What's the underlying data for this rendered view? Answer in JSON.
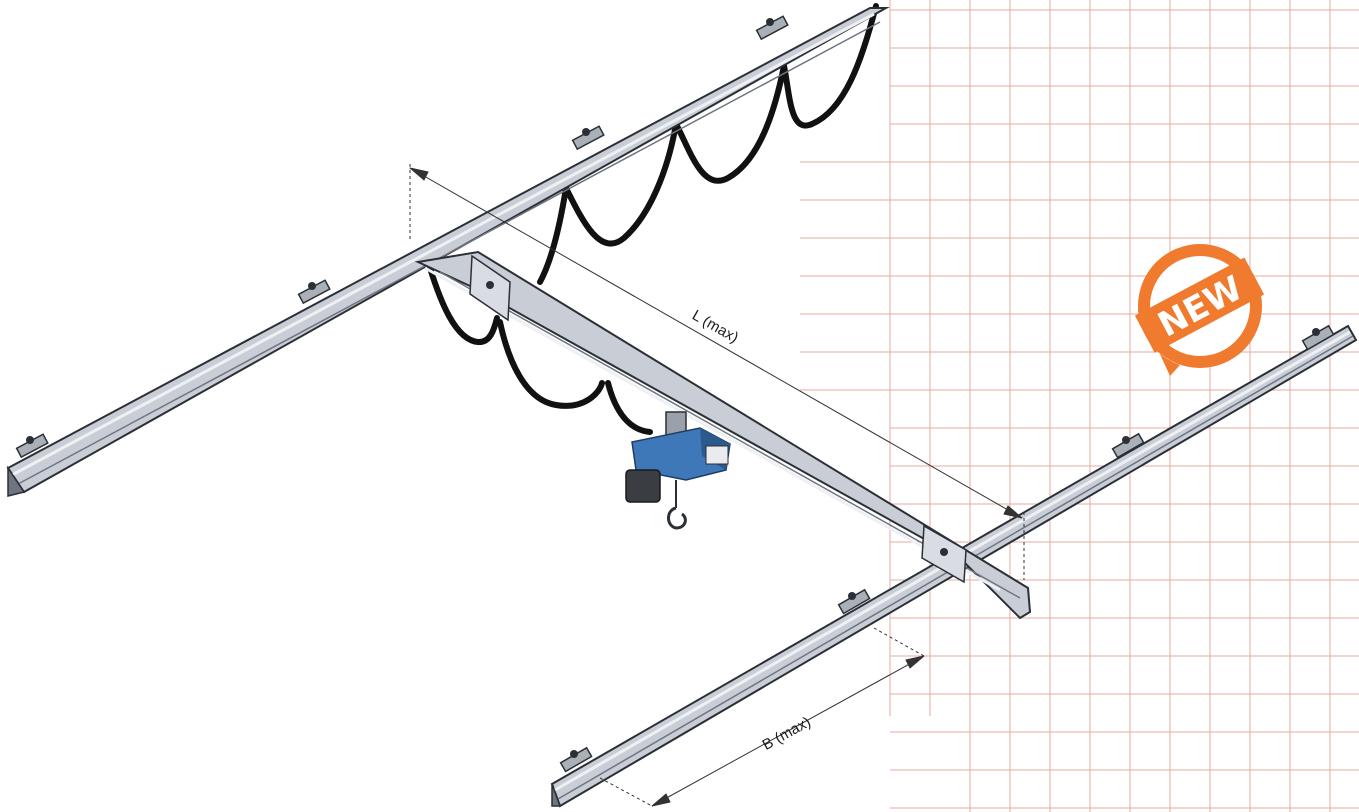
{
  "diagram": {
    "dimensions": {
      "span_label": "L (max)",
      "cantilever_label": "B (max)"
    },
    "badge": {
      "text": "NEW"
    },
    "colors": {
      "grid_line": "#e6a8a0",
      "rail_face": "#c9ced6",
      "rail_dark": "#2b2f36",
      "rail_light": "#eef0f4",
      "hoist_blue": "#3f78b8",
      "cable": "#111111",
      "badge_orange": "#f07a2e"
    },
    "icons": [
      "new-badge-icon",
      "hoist-hook-icon",
      "suspension-clamp-icon"
    ]
  }
}
